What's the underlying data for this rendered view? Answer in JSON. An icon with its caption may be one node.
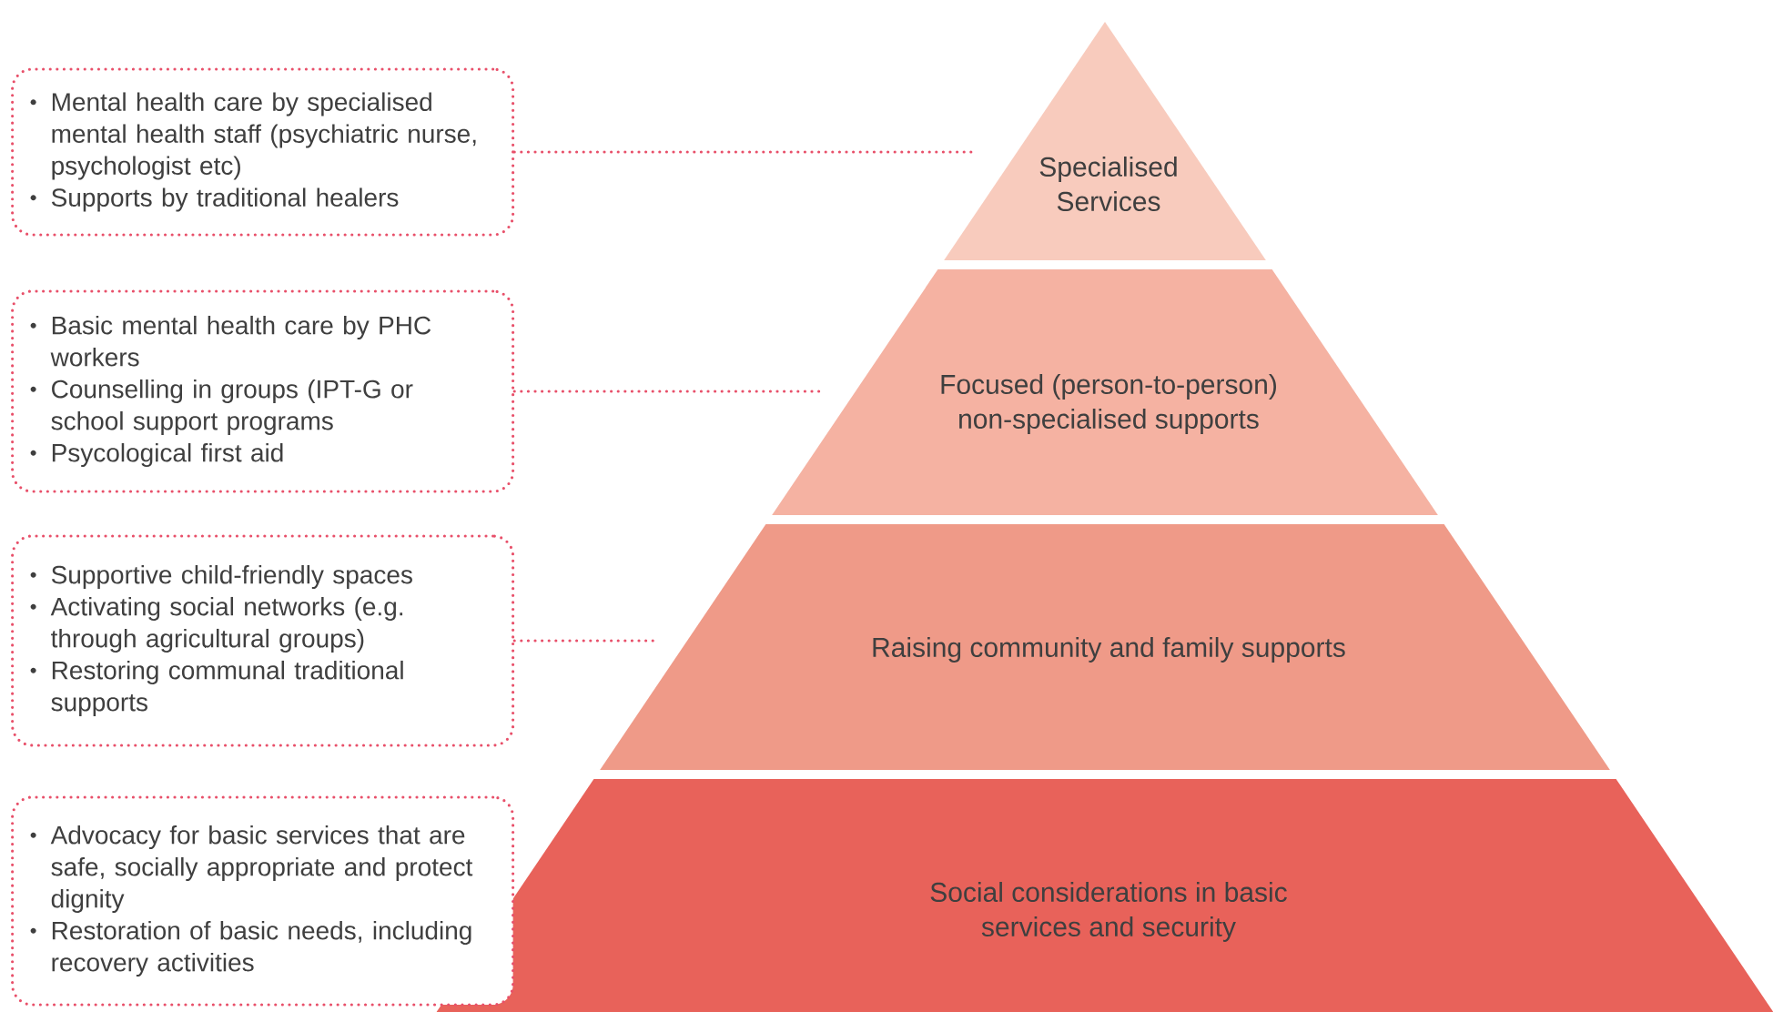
{
  "diagram": {
    "nodes": [
      {
        "text": [
          "Specialised Services"
        ]
      },
      {
        "text": [
          "Focused (person-to-person) non-specialised supports"
        ]
      },
      {
        "text": [
          "Raising community and family supports"
        ]
      },
      {
        "text": [
          "Social considerations in basic services and security"
        ]
      },
      {
        "text": [
          "Mental health care by specialised mental health staff (psychiatric nurse, psychologist etc)",
          "Supports by traditional healers"
        ]
      },
      {
        "text": [
          "Basic mental health care by PHC workers",
          "Counselling in groups (IPT-G or school support programs",
          "Psycological first aid"
        ]
      },
      {
        "text": [
          "Supportive child-friendly spaces",
          "Activating social networks (e.g. through agricultural groups)",
          "Restoring  communal traditional supports"
        ]
      },
      {
        "text": [
          "Advocacy for basic services that are safe, socially appropriate and protect dignity",
          "Restoration of basic needs, including recovery activities"
        ]
      }
    ],
    "edges": [
      {
        "from": 4,
        "to": 0,
        "arrow": "none"
      },
      {
        "from": 5,
        "to": 1,
        "arrow": "none"
      },
      {
        "from": 6,
        "to": 2,
        "arrow": "none"
      }
    ]
  }
}
